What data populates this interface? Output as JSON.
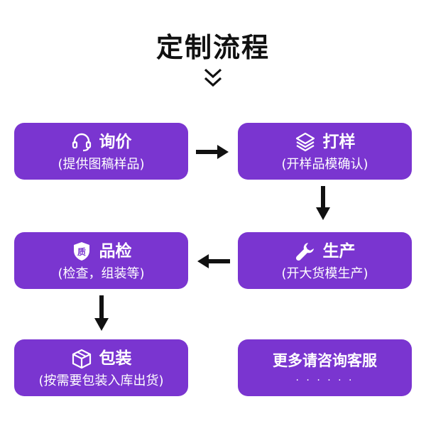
{
  "title": "定制流程",
  "steps": [
    {
      "name": "询价",
      "desc": "(提供图稿样品)",
      "icon": "headset-icon"
    },
    {
      "name": "打样",
      "desc": "(开样品模确认)",
      "icon": "layers-icon"
    },
    {
      "name": "生产",
      "desc": "(开大货模生产)",
      "icon": "wrench-icon"
    },
    {
      "name": "品检",
      "desc": "(检查，组装等)",
      "icon": "quality-shield-icon",
      "badge": "质"
    },
    {
      "name": "包装",
      "desc": "(按需要包装入库出货)",
      "icon": "box-icon"
    },
    {
      "name": "更多请咨询客服",
      "desc": "· · · · · ·"
    }
  ],
  "colors": {
    "accent": "#7a35d0",
    "text": "#ffffff",
    "arrow": "#111111",
    "title": "#111111"
  }
}
